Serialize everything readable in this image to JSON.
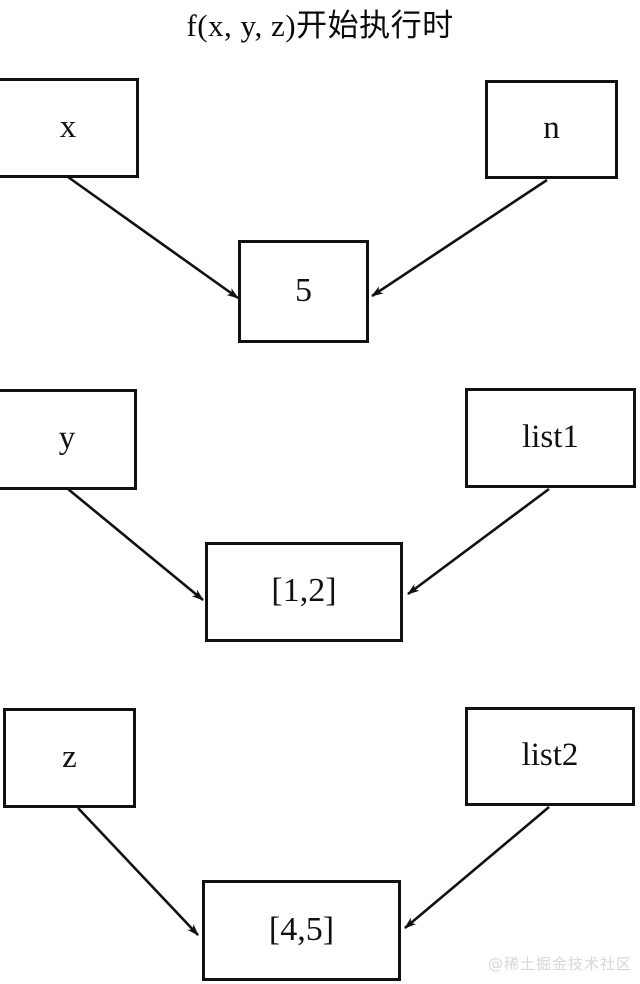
{
  "diagram": {
    "title": "f(x, y, z)开始执行时",
    "background_color": "#ffffff",
    "stroke_color": "#111111",
    "nodes": [
      {
        "id": "x",
        "label": "x",
        "group": "row1",
        "role": "variable"
      },
      {
        "id": "n",
        "label": "n",
        "group": "row1",
        "role": "variable"
      },
      {
        "id": "five",
        "label": "5",
        "group": "row1",
        "role": "value"
      },
      {
        "id": "y",
        "label": "y",
        "group": "row2",
        "role": "variable"
      },
      {
        "id": "list1",
        "label": "list1",
        "group": "row2",
        "role": "variable"
      },
      {
        "id": "l12",
        "label": "[1,2]",
        "group": "row2",
        "role": "value"
      },
      {
        "id": "z",
        "label": "z",
        "group": "row3",
        "role": "variable"
      },
      {
        "id": "list2",
        "label": "list2",
        "group": "row3",
        "role": "variable"
      },
      {
        "id": "l45",
        "label": "[4,5]",
        "group": "row3",
        "role": "value"
      }
    ],
    "edges": [
      {
        "from": "x",
        "to": "five"
      },
      {
        "from": "n",
        "to": "five"
      },
      {
        "from": "y",
        "to": "l12"
      },
      {
        "from": "list1",
        "to": "l12"
      },
      {
        "from": "z",
        "to": "l45"
      },
      {
        "from": "list2",
        "to": "l45"
      }
    ]
  },
  "watermark": {
    "text": "@稀土掘金技术社区",
    "color": "#d6d6d6"
  }
}
